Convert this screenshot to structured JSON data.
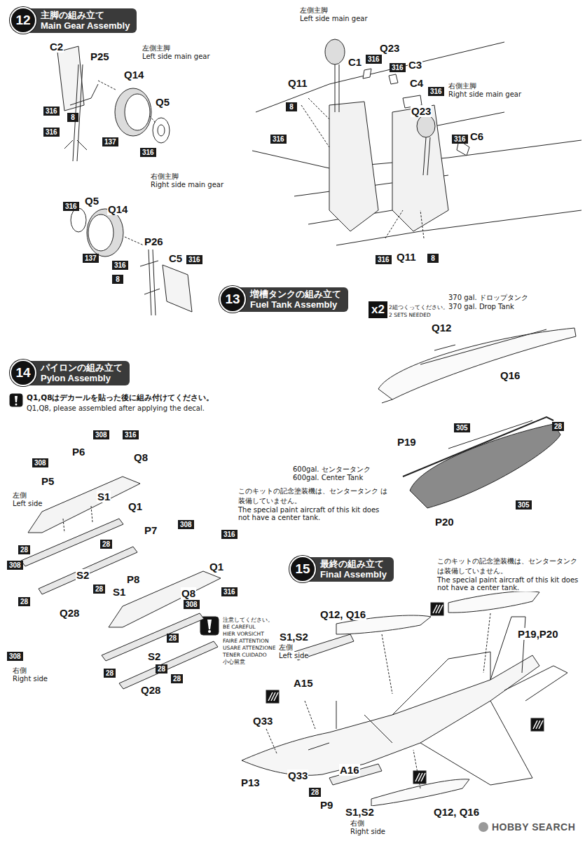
{
  "diagram": {
    "nodes": [
      {
        "text": [
          "12",
          "主脚の組み立て",
          "Main Gear Assembly"
        ]
      },
      {
        "text": [
          "13",
          "増槽タンクの組み立て",
          "Fuel Tank Assembly"
        ]
      },
      {
        "text": [
          "14",
          "パイロンの組み立て",
          "Pylon Assembly"
        ]
      },
      {
        "text": [
          "15",
          "最終の組み立て",
          "Final Assembly"
        ]
      },
      {
        "text": [
          "x2"
        ]
      }
    ],
    "labels": [
      "C2",
      "P25",
      "左側主脚",
      "Left side main gear",
      "Q14",
      "Q5",
      "316",
      "8",
      "316",
      "137",
      "316",
      "右側主脚",
      "Right side main gear",
      "316",
      "Q5",
      "Q14",
      "P26",
      "137",
      "316",
      "C5",
      "316",
      "8",
      "左側主脚",
      "Left side main gear",
      "Q23",
      "C1",
      "316",
      "316",
      "C3",
      "Q11",
      "C4",
      "右側主脚",
      "Right side main gear",
      "316",
      "8",
      "Q23",
      "316",
      "316",
      "C6",
      "316",
      "Q11",
      "8",
      "2組つくってください。",
      "2 SETS NEEDED",
      "370 gal. ドロップタンク",
      "370 gal. Drop Tank",
      "Q12",
      "Q16",
      "28",
      "P19",
      "305",
      "600gal. センタータンク",
      "600gal. Center Tank",
      "このキットの記念塗装機は、センタータンク は装備していません。",
      "The special paint aircraft of this kit does not have a center tank.",
      "305",
      "P20",
      "Q1,Q8はデカールを貼った後に組み付けてください。",
      "Q1,Q8, please assembled after applying the decal.",
      "308",
      "316",
      "P6",
      "Q8",
      "308",
      "P5",
      "左側",
      "Left side",
      "S1",
      "Q1",
      "28",
      "28",
      "308",
      "S2",
      "28",
      "28",
      "Q28",
      "P7",
      "308",
      "316",
      "P8",
      "Q1",
      "Q8",
      "316",
      "S1",
      "308",
      "28",
      "308",
      "S2",
      "28",
      "28",
      "右側",
      "Right side",
      "28",
      "Q28",
      "注意してください。",
      "BE CAREFUL",
      "HIER VORSICHT",
      "FAIRE ATTENTION",
      "USARE ATTENZIONE",
      "TENER CUIDADO",
      "小心留意",
      "このキットの記念塗装機は、センタータンク は装備していません。",
      "The special paint aircraft of this kit does not have a center tank.",
      "P19,P20",
      "Q12, Q16",
      "S1,S2",
      "左側",
      "Left side",
      "A15",
      "Q33",
      "P13",
      "Q33",
      "28",
      "A16",
      "P9",
      "S1,S2",
      "右側",
      "Right side",
      "Q12, Q16",
      "HOBBY SEARCH"
    ]
  }
}
